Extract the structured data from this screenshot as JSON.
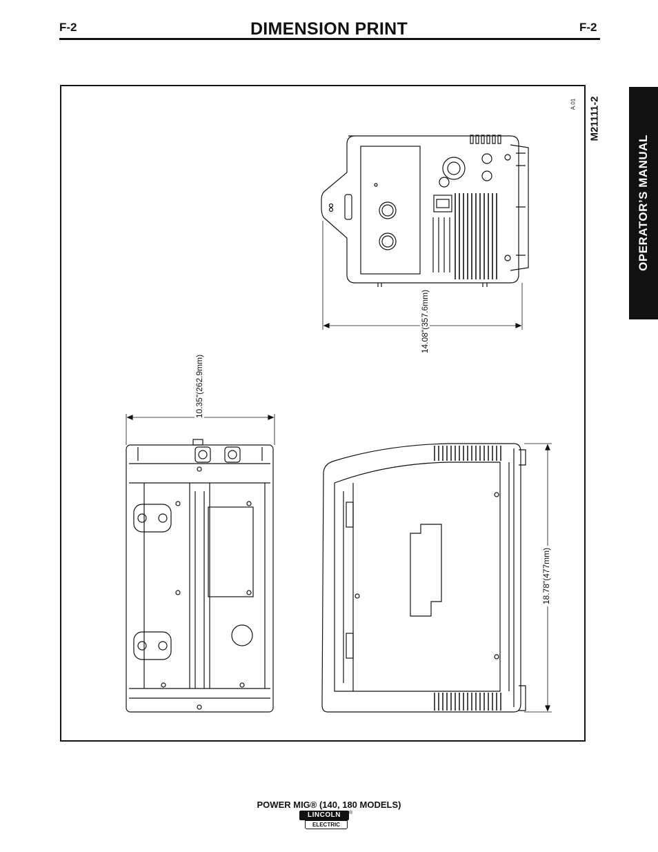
{
  "header": {
    "page_left": "F-2",
    "title": "DIMENSION PRINT",
    "page_right": "F-2"
  },
  "side_tab": {
    "label": "OPERATOR’S MANUAL"
  },
  "drawing": {
    "document_number": "M21111-2",
    "revision": "A.01",
    "dimensions": {
      "width": "10.35\"(262.9mm)",
      "height": "14.08\"(357.6mm)",
      "depth": "18.78\"(477mm)"
    }
  },
  "footer": {
    "product": "POWER MIG® (140, 180 MODELS)",
    "logo_top": "LINCOLN",
    "logo_bottom": "ELECTRIC",
    "logo_registered": "®"
  }
}
